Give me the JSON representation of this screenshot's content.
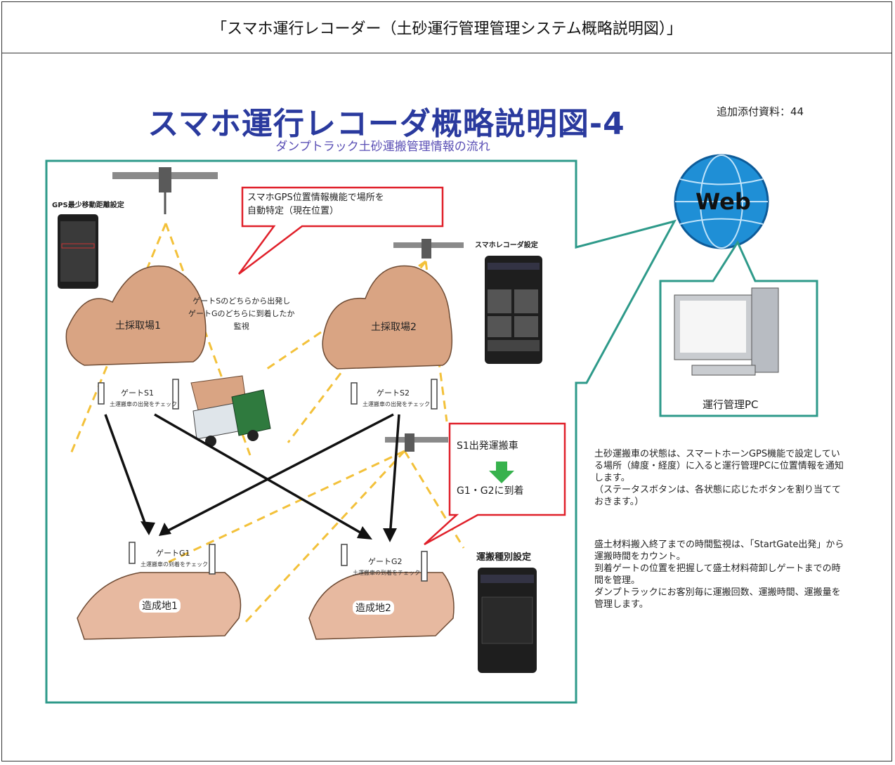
{
  "header": {
    "title": "「スマホ運行レコーダー（土砂運行管理管理システム概略説明図）」"
  },
  "slide": {
    "title": "スマホ運行レコーダ概略説明図-4",
    "subtitle": "ダンプトラック土砂運搬管理情報の流れ",
    "ref_number": "追加添付資料：44"
  },
  "labels": {
    "gps_setting": "GPS最少移動距離設定",
    "recorder_setting": "スマホレコーダ設定",
    "transport_setting": "運搬種別設定",
    "pc_label": "運行管理PC",
    "web": "Web",
    "monitor_note": "ゲートSのどちらから出発し\nゲートGのどちらに到着したか\n監視"
  },
  "callouts": {
    "gps_box": "スマホGPS位置情報機能で場所を\n自動特定（現在位置）",
    "flow_top": "S1出発運搬車",
    "flow_bottom": "G1・G2に到着"
  },
  "sites": [
    {
      "name": "土採取場1"
    },
    {
      "name": "土採取場2"
    },
    {
      "name": "造成地1"
    },
    {
      "name": "造成地2"
    }
  ],
  "gates": [
    {
      "name": "ゲートS1",
      "note": "土運搬車の出発をチェック"
    },
    {
      "name": "ゲートS2",
      "note": "土運搬車の出発をチェック"
    },
    {
      "name": "ゲートG1",
      "note": "土運搬車の到着をチェック"
    },
    {
      "name": "ゲートG2",
      "note": "土運搬車の到着をチェック"
    }
  ],
  "description": {
    "paragraph1": "土砂運搬車の状態は、スマートホーンGPS機能で設定している場所（緯度・経度）に入ると運行管理PCに位置情報を通知します。\n（ステータスボタンは、各状態に応じたボタンを割り当てておきます。）",
    "paragraph2": "盛土材料搬入終了までの時間監視は、「StartGate出発」から運搬時間をカウント。\n到着ゲートの位置を把握して盛土材料荷卸しゲートまでの時間を管理。\nダンプトラックにお客別毎に運搬回数、運搬時間、運搬量を管理します。"
  },
  "colors": {
    "title": "#2a3a9e",
    "frame": "#2e9a8a",
    "callout_border": "#e0202a",
    "dirt": "#d9a483",
    "dashed": "#f3c13a",
    "truck": "#2f7a3e",
    "arrow_green": "#37b24d"
  }
}
